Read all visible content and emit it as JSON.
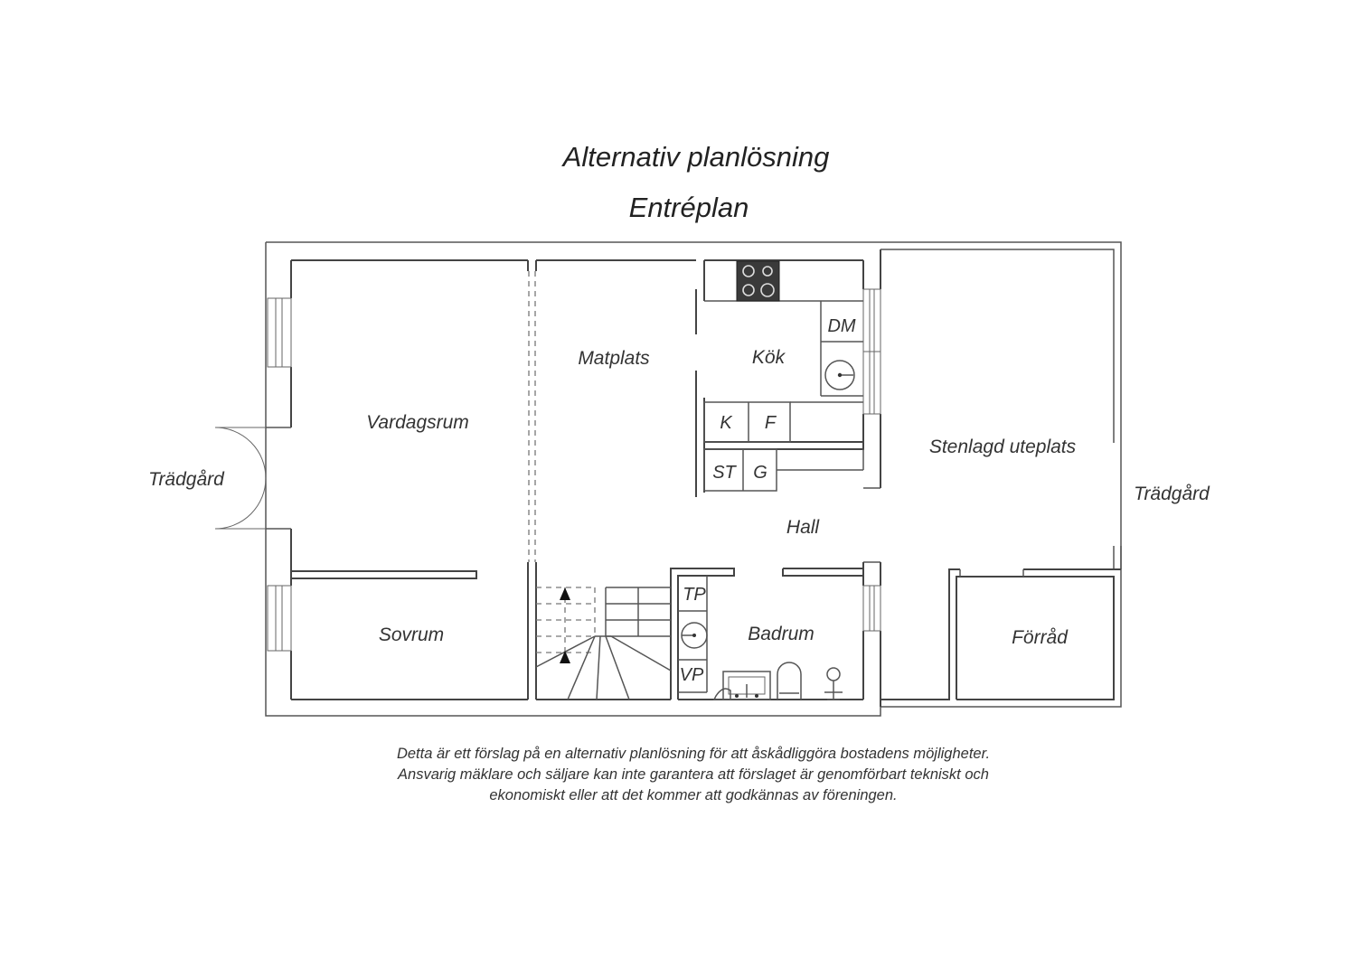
{
  "title": "Alternativ planlösning",
  "subtitle": "Entréplan",
  "rooms": {
    "vardagsrum": "Vardagsrum",
    "matplats": "Matplats",
    "kok": "Kök",
    "sovrum": "Sovrum",
    "hall": "Hall",
    "badrum": "Badrum",
    "uteplats": "Stenlagd uteplats",
    "forrad": "Förråd",
    "tradgard_left": "Trädgård",
    "tradgard_right": "Trädgård"
  },
  "fixtures": {
    "dm": "DM",
    "k": "K",
    "f": "F",
    "st": "ST",
    "g": "G",
    "tp": "TP",
    "vp": "VP"
  },
  "disclaimer": {
    "line1": "Detta är ett förslag på en alternativ planlösning för att åskådliggöra bostadens möjligheter.",
    "line2": "Ansvarig mäklare och säljare kan inte garantera att förslaget är genomförbart tekniskt och",
    "line3": "ekonomiskt eller att det kommer att godkännas av föreningen."
  }
}
